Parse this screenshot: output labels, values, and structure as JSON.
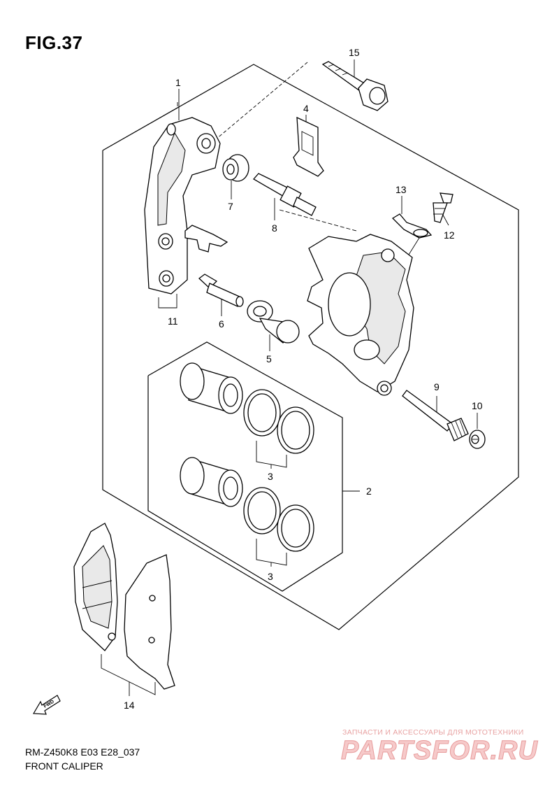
{
  "figure": {
    "title": "FIG.37"
  },
  "labels": [
    "1",
    "2",
    "3",
    "3",
    "4",
    "5",
    "6",
    "7",
    "8",
    "9",
    "10",
    "11",
    "12",
    "13",
    "14",
    "15"
  ],
  "footer": {
    "code": "RM-Z450K8 E03 E28_037",
    "caption": "FRONT CALIPER"
  },
  "fwd_badge": "FWD",
  "watermark": {
    "tagline": "ЗАПЧАСТИ И АКСЕССУАРЫ ДЛЯ МОТОТЕХНИКИ",
    "brand": "PARTSFOR.RU"
  },
  "colors": {
    "line": "#000000",
    "background": "#ffffff",
    "watermark": "#e79b9b"
  }
}
